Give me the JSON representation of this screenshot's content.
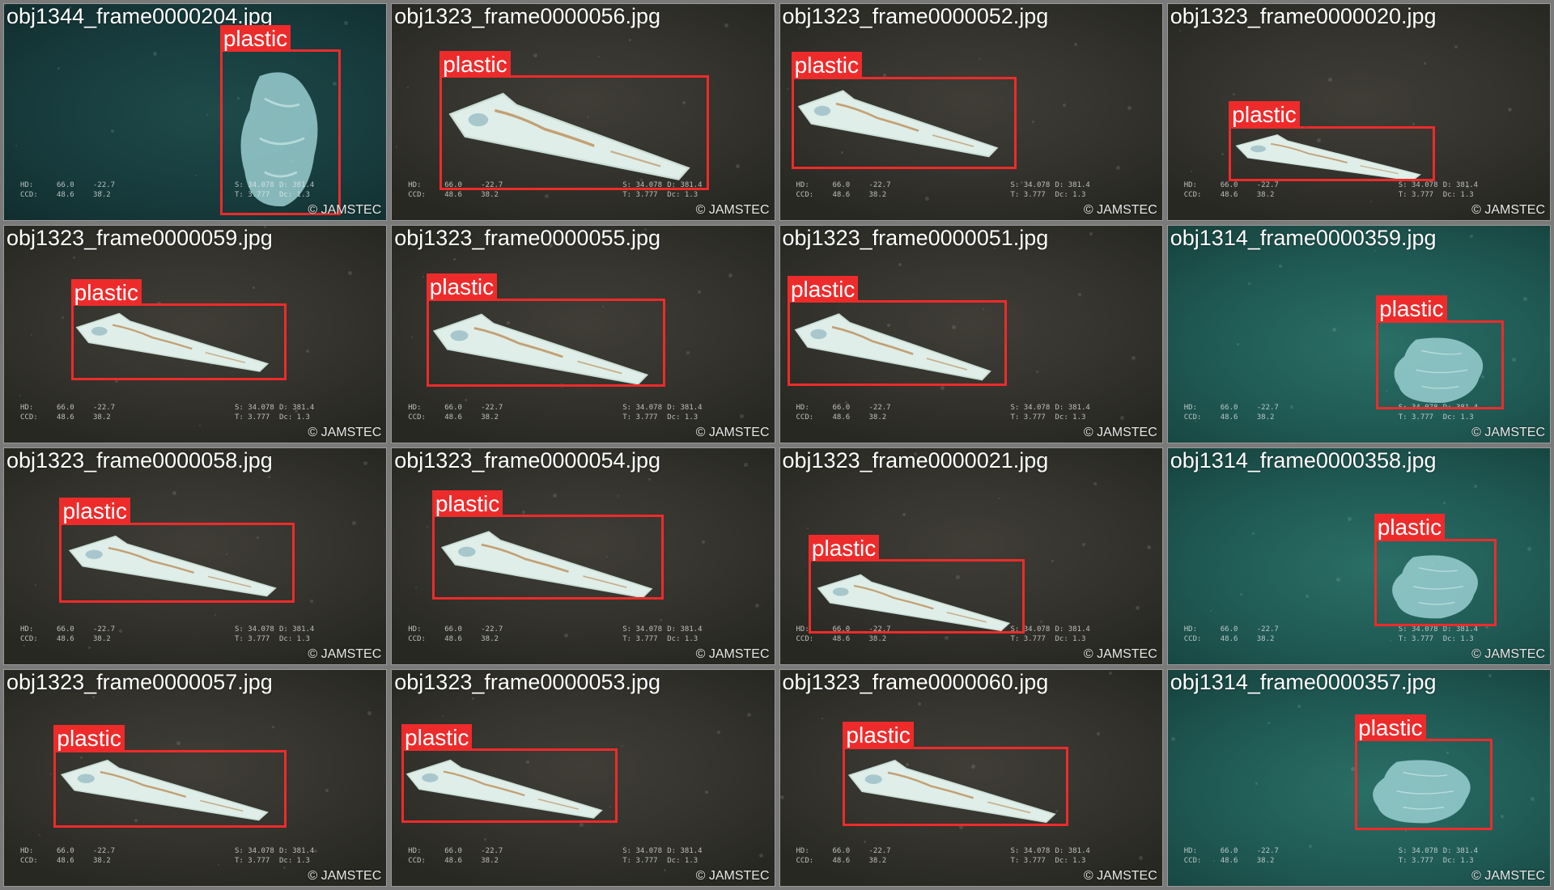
{
  "tiles": [
    {
      "filename": "obj1344_frame0000204.jpg",
      "label": "plastic",
      "credit": "© JAMSTEC"
    },
    {
      "filename": "obj1323_frame0000056.jpg",
      "label": "plastic",
      "credit": "© JAMSTEC"
    },
    {
      "filename": "obj1323_frame0000052.jpg",
      "label": "plastic",
      "credit": "© JAMSTEC"
    },
    {
      "filename": "obj1323_frame0000020.jpg",
      "label": "plastic",
      "credit": "© JAMSTEC"
    },
    {
      "filename": "obj1323_frame0000059.jpg",
      "label": "plastic",
      "credit": "© JAMSTEC"
    },
    {
      "filename": "obj1323_frame0000055.jpg",
      "label": "plastic",
      "credit": "© JAMSTEC"
    },
    {
      "filename": "obj1323_frame0000051.jpg",
      "label": "plastic",
      "credit": "© JAMSTEC"
    },
    {
      "filename": "obj1314_frame0000359.jpg",
      "label": "plastic",
      "credit": "© JAMSTEC"
    },
    {
      "filename": "obj1323_frame0000058.jpg",
      "label": "plastic",
      "credit": "© JAMSTEC"
    },
    {
      "filename": "obj1323_frame0000054.jpg",
      "label": "plastic",
      "credit": "© JAMSTEC"
    },
    {
      "filename": "obj1323_frame0000021.jpg",
      "label": "plastic",
      "credit": "© JAMSTEC"
    },
    {
      "filename": "obj1314_frame0000358.jpg",
      "label": "plastic",
      "credit": "© JAMSTEC"
    },
    {
      "filename": "obj1323_frame0000057.jpg",
      "label": "plastic",
      "credit": "© JAMSTEC"
    },
    {
      "filename": "obj1323_frame0000053.jpg",
      "label": "plastic",
      "credit": "© JAMSTEC"
    },
    {
      "filename": "obj1323_frame0000060.jpg",
      "label": "plastic",
      "credit": "© JAMSTEC"
    },
    {
      "filename": "obj1314_frame0000357.jpg",
      "label": "plastic",
      "credit": "© JAMSTEC"
    }
  ],
  "colors": {
    "bbox": "#ee2b2b",
    "label_text": "#ffffff",
    "grid_background": "#7a7a7a"
  }
}
